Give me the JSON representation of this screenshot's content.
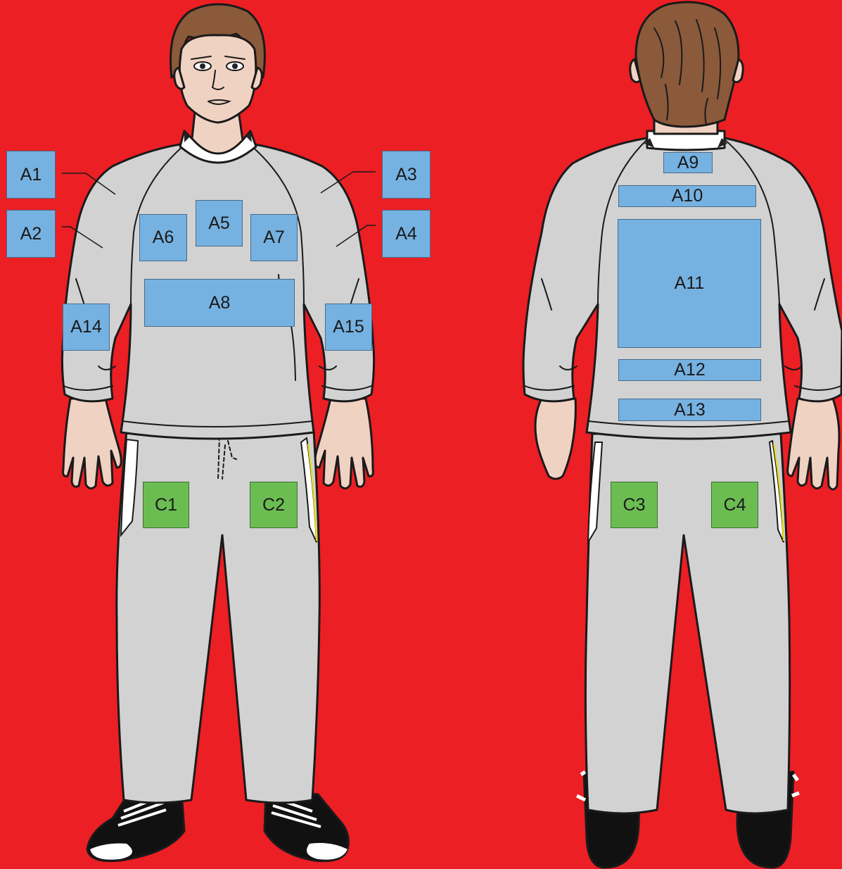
{
  "colors": {
    "background": "#ec1f24",
    "jacket_zone": "#76b2e1",
    "pants_zone": "#6bbd52",
    "garment": "#d2d2d2",
    "skin": "#f0d2c3",
    "hair": "#8a5a3a"
  },
  "views": [
    "front",
    "back"
  ],
  "zones": {
    "A1": "A1",
    "A2": "A2",
    "A3": "A3",
    "A4": "A4",
    "A5": "A5",
    "A6": "A6",
    "A7": "A7",
    "A8": "A8",
    "A9": "A9",
    "A10": "A10",
    "A11": "A11",
    "A12": "A12",
    "A13": "A13",
    "A14": "A14",
    "A15": "A15",
    "C1": "C1",
    "C2": "C2",
    "C3": "C3",
    "C4": "C4"
  }
}
